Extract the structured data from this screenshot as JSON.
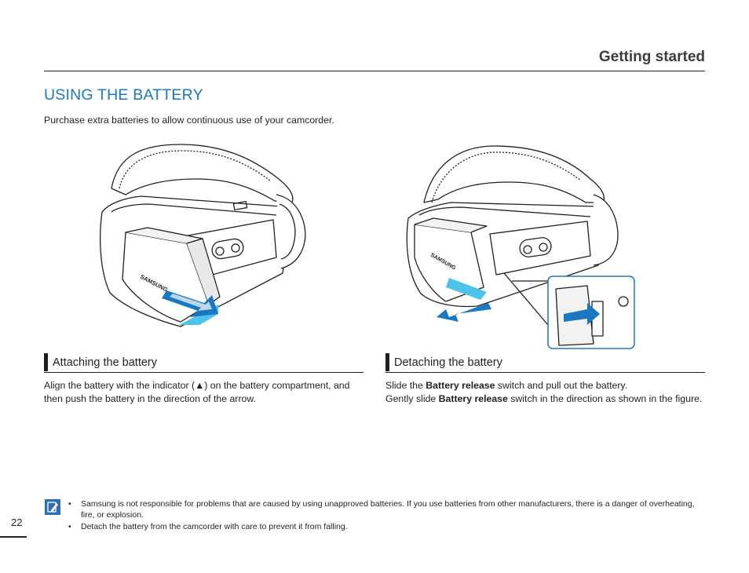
{
  "header": {
    "section": "Getting started"
  },
  "title": "USING THE BATTERY",
  "intro": "Purchase extra batteries to allow continuous use of your camcorder.",
  "illustration": {
    "brand": "SAMSUNG",
    "accent_color": "#4cc3ea",
    "outline_color": "#231f20"
  },
  "attach": {
    "heading": "Attaching the battery",
    "text_a": "Align the battery with the indicator (",
    "indicator": "▲",
    "text_b": ") on the battery compartment, and then push the battery in the direction of the arrow."
  },
  "detach": {
    "heading": "Detaching the battery",
    "line1_a": "Slide the ",
    "line1_bold": "Battery release",
    "line1_b": " switch and pull out the battery.",
    "line2_a": "Gently slide ",
    "line2_bold": "Battery release",
    "line2_b": " switch in the direction as shown in the figure."
  },
  "notes": [
    "Samsung is not responsible for problems that are caused by using unapproved batteries. If you use batteries from other manufacturers, there is a danger of overheating, fire, or explosion.",
    "Detach the battery from the camcorder with care to prevent it from falling."
  ],
  "page_number": "22",
  "colors": {
    "title": "#1a78c2",
    "arrow": "#4cc3ea",
    "note_icon": "#2f6db8"
  }
}
